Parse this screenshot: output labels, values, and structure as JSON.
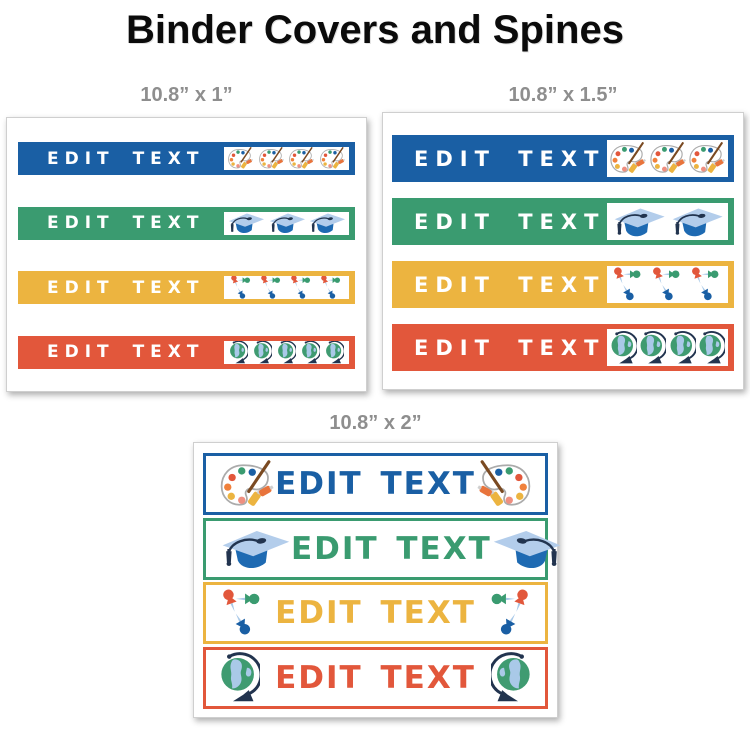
{
  "title": "Binder Covers and Spines",
  "colors": {
    "blue": "#1a5fa4",
    "green": "#3a9b70",
    "yellow": "#ecb440",
    "orange": "#e2573b",
    "size_label_gray": "#8e8e8e"
  },
  "panels": [
    {
      "size_label": "10.8” x 1”",
      "strips": [
        {
          "label": "EDIT TEXT",
          "color": "#1a5fa4",
          "icon": "palette-icon",
          "icon_count": 4
        },
        {
          "label": "EDIT TEXT",
          "color": "#3a9b70",
          "icon": "graduation-cap-icon",
          "icon_count": 3
        },
        {
          "label": "EDIT TEXT",
          "color": "#ecb440",
          "icon": "push-pins-icon",
          "icon_count": 4
        },
        {
          "label": "EDIT TEXT",
          "color": "#e2573b",
          "icon": "globe-icon",
          "icon_count": 5
        }
      ]
    },
    {
      "size_label": "10.8” x 1.5”",
      "strips": [
        {
          "label": "EDIT TEXT",
          "color": "#1a5fa4",
          "icon": "palette-icon",
          "icon_count": 3
        },
        {
          "label": "EDIT TEXT",
          "color": "#3a9b70",
          "icon": "graduation-cap-icon",
          "icon_count": 2
        },
        {
          "label": "EDIT TEXT",
          "color": "#ecb440",
          "icon": "push-pins-icon",
          "icon_count": 3
        },
        {
          "label": "EDIT TEXT",
          "color": "#e2573b",
          "icon": "globe-icon",
          "icon_count": 4
        }
      ]
    },
    {
      "size_label": "10.8” x 2”",
      "strips": [
        {
          "label": "EDIT TEXT",
          "color": "#1a5fa4",
          "icon": "palette-icon",
          "icon_count": 2
        },
        {
          "label": "EDIT TEXT",
          "color": "#3a9b70",
          "icon": "graduation-cap-icon",
          "icon_count": 2
        },
        {
          "label": "EDIT TEXT",
          "color": "#ecb440",
          "icon": "push-pins-icon",
          "icon_count": 2
        },
        {
          "label": "EDIT TEXT",
          "color": "#e2573b",
          "icon": "globe-icon",
          "icon_count": 2
        }
      ]
    }
  ]
}
